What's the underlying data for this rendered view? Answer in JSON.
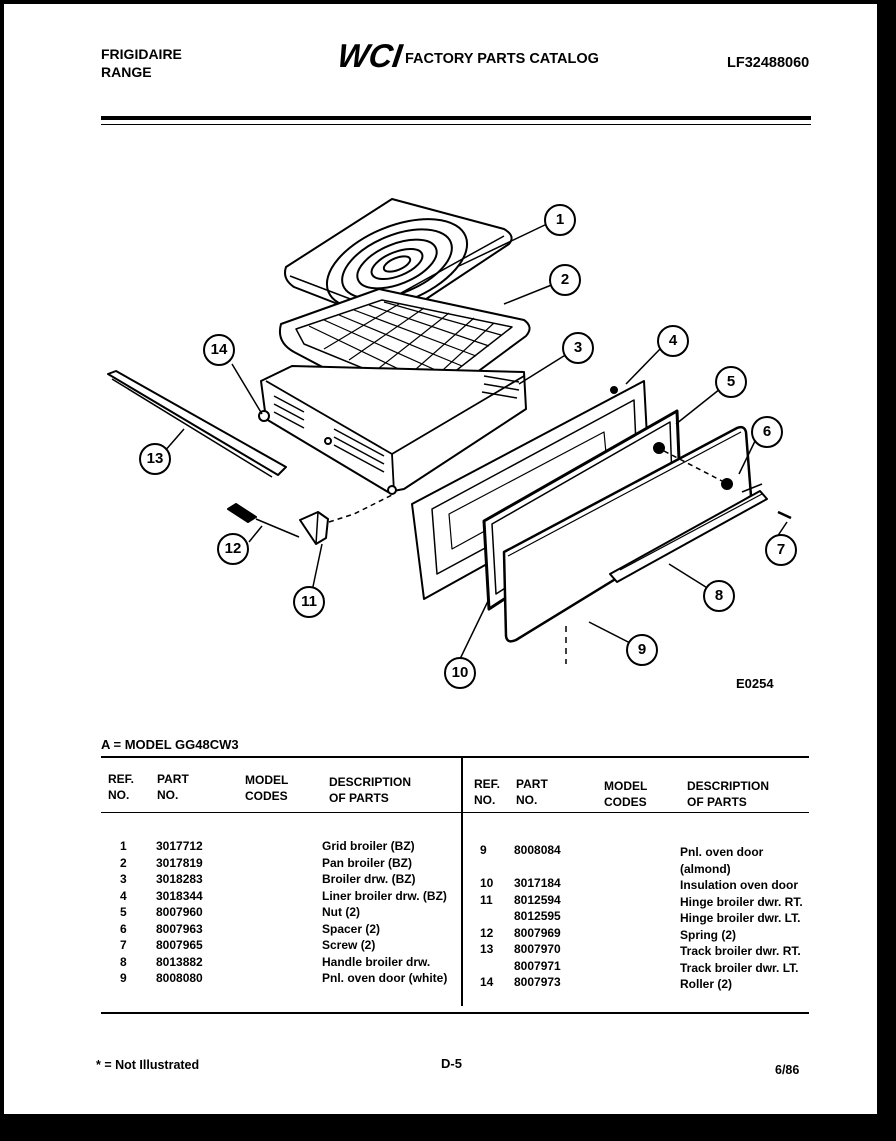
{
  "header": {
    "brand_line1": "FRIGIDAIRE",
    "brand_line2": "RANGE",
    "logo_text": "WCI",
    "catalog_title": "FACTORY PARTS CATALOG",
    "catalog_number": "LF32488060"
  },
  "diagram": {
    "callouts": [
      "1",
      "2",
      "3",
      "4",
      "5",
      "6",
      "7",
      "8",
      "9",
      "10",
      "11",
      "12",
      "13",
      "14"
    ],
    "drawing_code": "E0254"
  },
  "model_line": "A = MODEL GG48CW3",
  "table": {
    "headers": {
      "ref_no": "REF.\nNO.",
      "part_no": "PART\nNO.",
      "model_codes": "MODEL\nCODES",
      "description": "DESCRIPTION\nOF PARTS"
    },
    "left": [
      {
        "ref": "1",
        "part": "3017712",
        "desc": "Grid broiler (BZ)"
      },
      {
        "ref": "2",
        "part": "3017819",
        "desc": "Pan broiler (BZ)"
      },
      {
        "ref": "3",
        "part": "3018283",
        "desc": "Broiler drw. (BZ)"
      },
      {
        "ref": "4",
        "part": "3018344",
        "desc": "Liner broiler drw. (BZ)"
      },
      {
        "ref": "5",
        "part": "8007960",
        "desc": "Nut (2)"
      },
      {
        "ref": "6",
        "part": "8007963",
        "desc": "Spacer (2)"
      },
      {
        "ref": "7",
        "part": "8007965",
        "desc": "Screw (2)"
      },
      {
        "ref": "8",
        "part": "8013882",
        "desc": "Handle broiler drw."
      },
      {
        "ref": "9",
        "part": "8008080",
        "desc": "Pnl. oven door (white)"
      }
    ],
    "right": [
      {
        "ref": "9",
        "part": "8008084",
        "desc": "Pnl. oven door"
      },
      {
        "ref": "",
        "part": "",
        "desc": "(almond)"
      },
      {
        "ref": "10",
        "part": "3017184",
        "desc": "Insulation oven door"
      },
      {
        "ref": "11",
        "part": "8012594",
        "desc": "Hinge broiler dwr. RT."
      },
      {
        "ref": "",
        "part": "8012595",
        "desc": "Hinge broiler dwr. LT."
      },
      {
        "ref": "12",
        "part": "8007969",
        "desc": "Spring (2)"
      },
      {
        "ref": "13",
        "part": "8007970",
        "desc": "Track broiler dwr. RT."
      },
      {
        "ref": "",
        "part": "8007971",
        "desc": "Track broiler dwr. LT."
      },
      {
        "ref": "14",
        "part": "8007973",
        "desc": "Roller (2)"
      }
    ]
  },
  "footer": {
    "note": "* = Not Illustrated",
    "page": "D-5",
    "date": "6/86"
  }
}
